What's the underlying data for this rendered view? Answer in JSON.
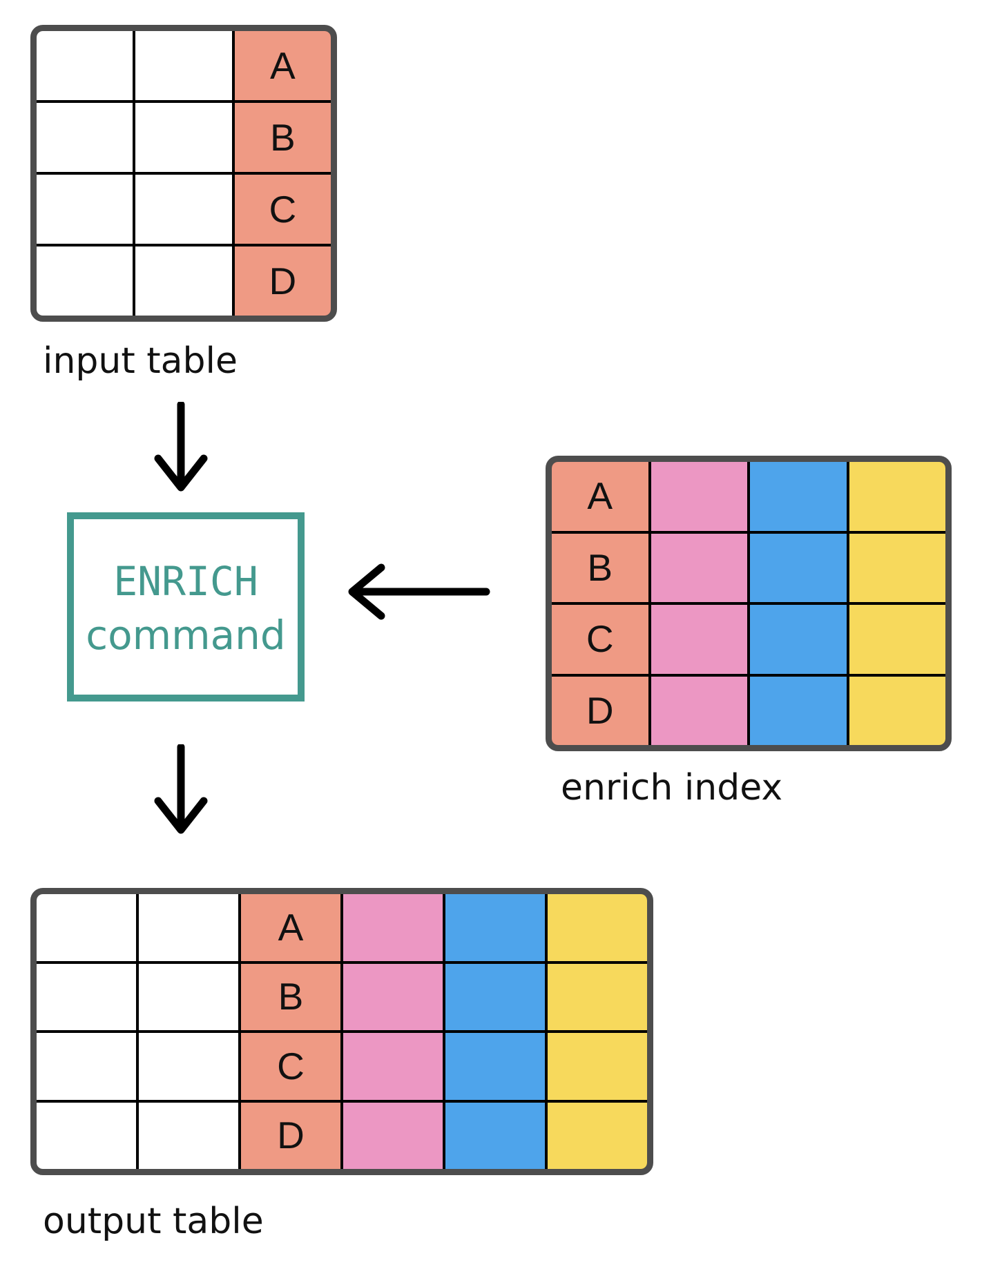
{
  "colors": {
    "background": "#FFFFFF",
    "white": "#FFFFFF",
    "salmon": "#EF9A84",
    "pink": "#EC97C3",
    "blue": "#4EA4EB",
    "yellow": "#F7D95C",
    "teal": "#44998E",
    "table_border": "#4D4D4D",
    "gridline": "#000000",
    "arrow": "#000000",
    "text": "#111111"
  },
  "input_table": {
    "label": "input table",
    "columns": [
      {
        "color": "white",
        "values": [
          "",
          "",
          "",
          ""
        ]
      },
      {
        "color": "white",
        "values": [
          "",
          "",
          "",
          ""
        ]
      },
      {
        "color": "salmon",
        "values": [
          "A",
          "B",
          "C",
          "D"
        ]
      }
    ]
  },
  "enrich_command": {
    "keyword": "ENRICH",
    "word": "command"
  },
  "enrich_index": {
    "label": "enrich index",
    "columns": [
      {
        "color": "salmon",
        "values": [
          "A",
          "B",
          "C",
          "D"
        ]
      },
      {
        "color": "pink",
        "values": [
          "",
          "",
          "",
          ""
        ]
      },
      {
        "color": "blue",
        "values": [
          "",
          "",
          "",
          ""
        ]
      },
      {
        "color": "yellow",
        "values": [
          "",
          "",
          "",
          ""
        ]
      }
    ]
  },
  "output_table": {
    "label": "output table",
    "columns": [
      {
        "color": "white",
        "values": [
          "",
          "",
          "",
          ""
        ]
      },
      {
        "color": "white",
        "values": [
          "",
          "",
          "",
          ""
        ]
      },
      {
        "color": "salmon",
        "values": [
          "A",
          "B",
          "C",
          "D"
        ]
      },
      {
        "color": "pink",
        "values": [
          "",
          "",
          "",
          ""
        ]
      },
      {
        "color": "blue",
        "values": [
          "",
          "",
          "",
          ""
        ]
      },
      {
        "color": "yellow",
        "values": [
          "",
          "",
          "",
          ""
        ]
      }
    ]
  }
}
